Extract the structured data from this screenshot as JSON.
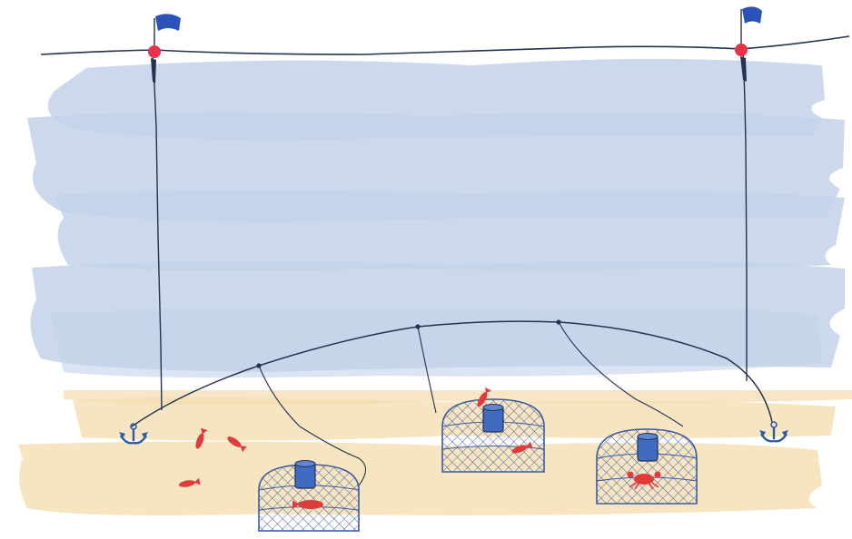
{
  "colors": {
    "background": "#ffffff",
    "water": "#c3d2ea",
    "sand": "#f4dcae",
    "rope": "#25324f",
    "flag": "#2a52b8",
    "buoy": "#e8334a",
    "anchor": "#2f5aa8",
    "trap_mesh": "#3b5aa0",
    "trap_bait": "#3f6bc0",
    "fish": "#e23a3a"
  },
  "scene": {
    "surface_buoys": [
      {
        "name": "left-buoy",
        "icon": "red-buoy-icon",
        "flag": "blue-flag-icon"
      },
      {
        "name": "right-buoy",
        "icon": "red-buoy-icon",
        "flag": "blue-flag-icon"
      }
    ],
    "anchors": [
      {
        "name": "left-anchor",
        "icon": "anchor-icon"
      },
      {
        "name": "right-anchor",
        "icon": "anchor-icon"
      }
    ],
    "traps": [
      {
        "name": "trap-left",
        "catch": [
          "fish"
        ]
      },
      {
        "name": "trap-middle",
        "catch": [
          "shrimp",
          "fish"
        ]
      },
      {
        "name": "trap-right",
        "catch": [
          "crab"
        ]
      }
    ],
    "loose_fish_count": 3
  }
}
